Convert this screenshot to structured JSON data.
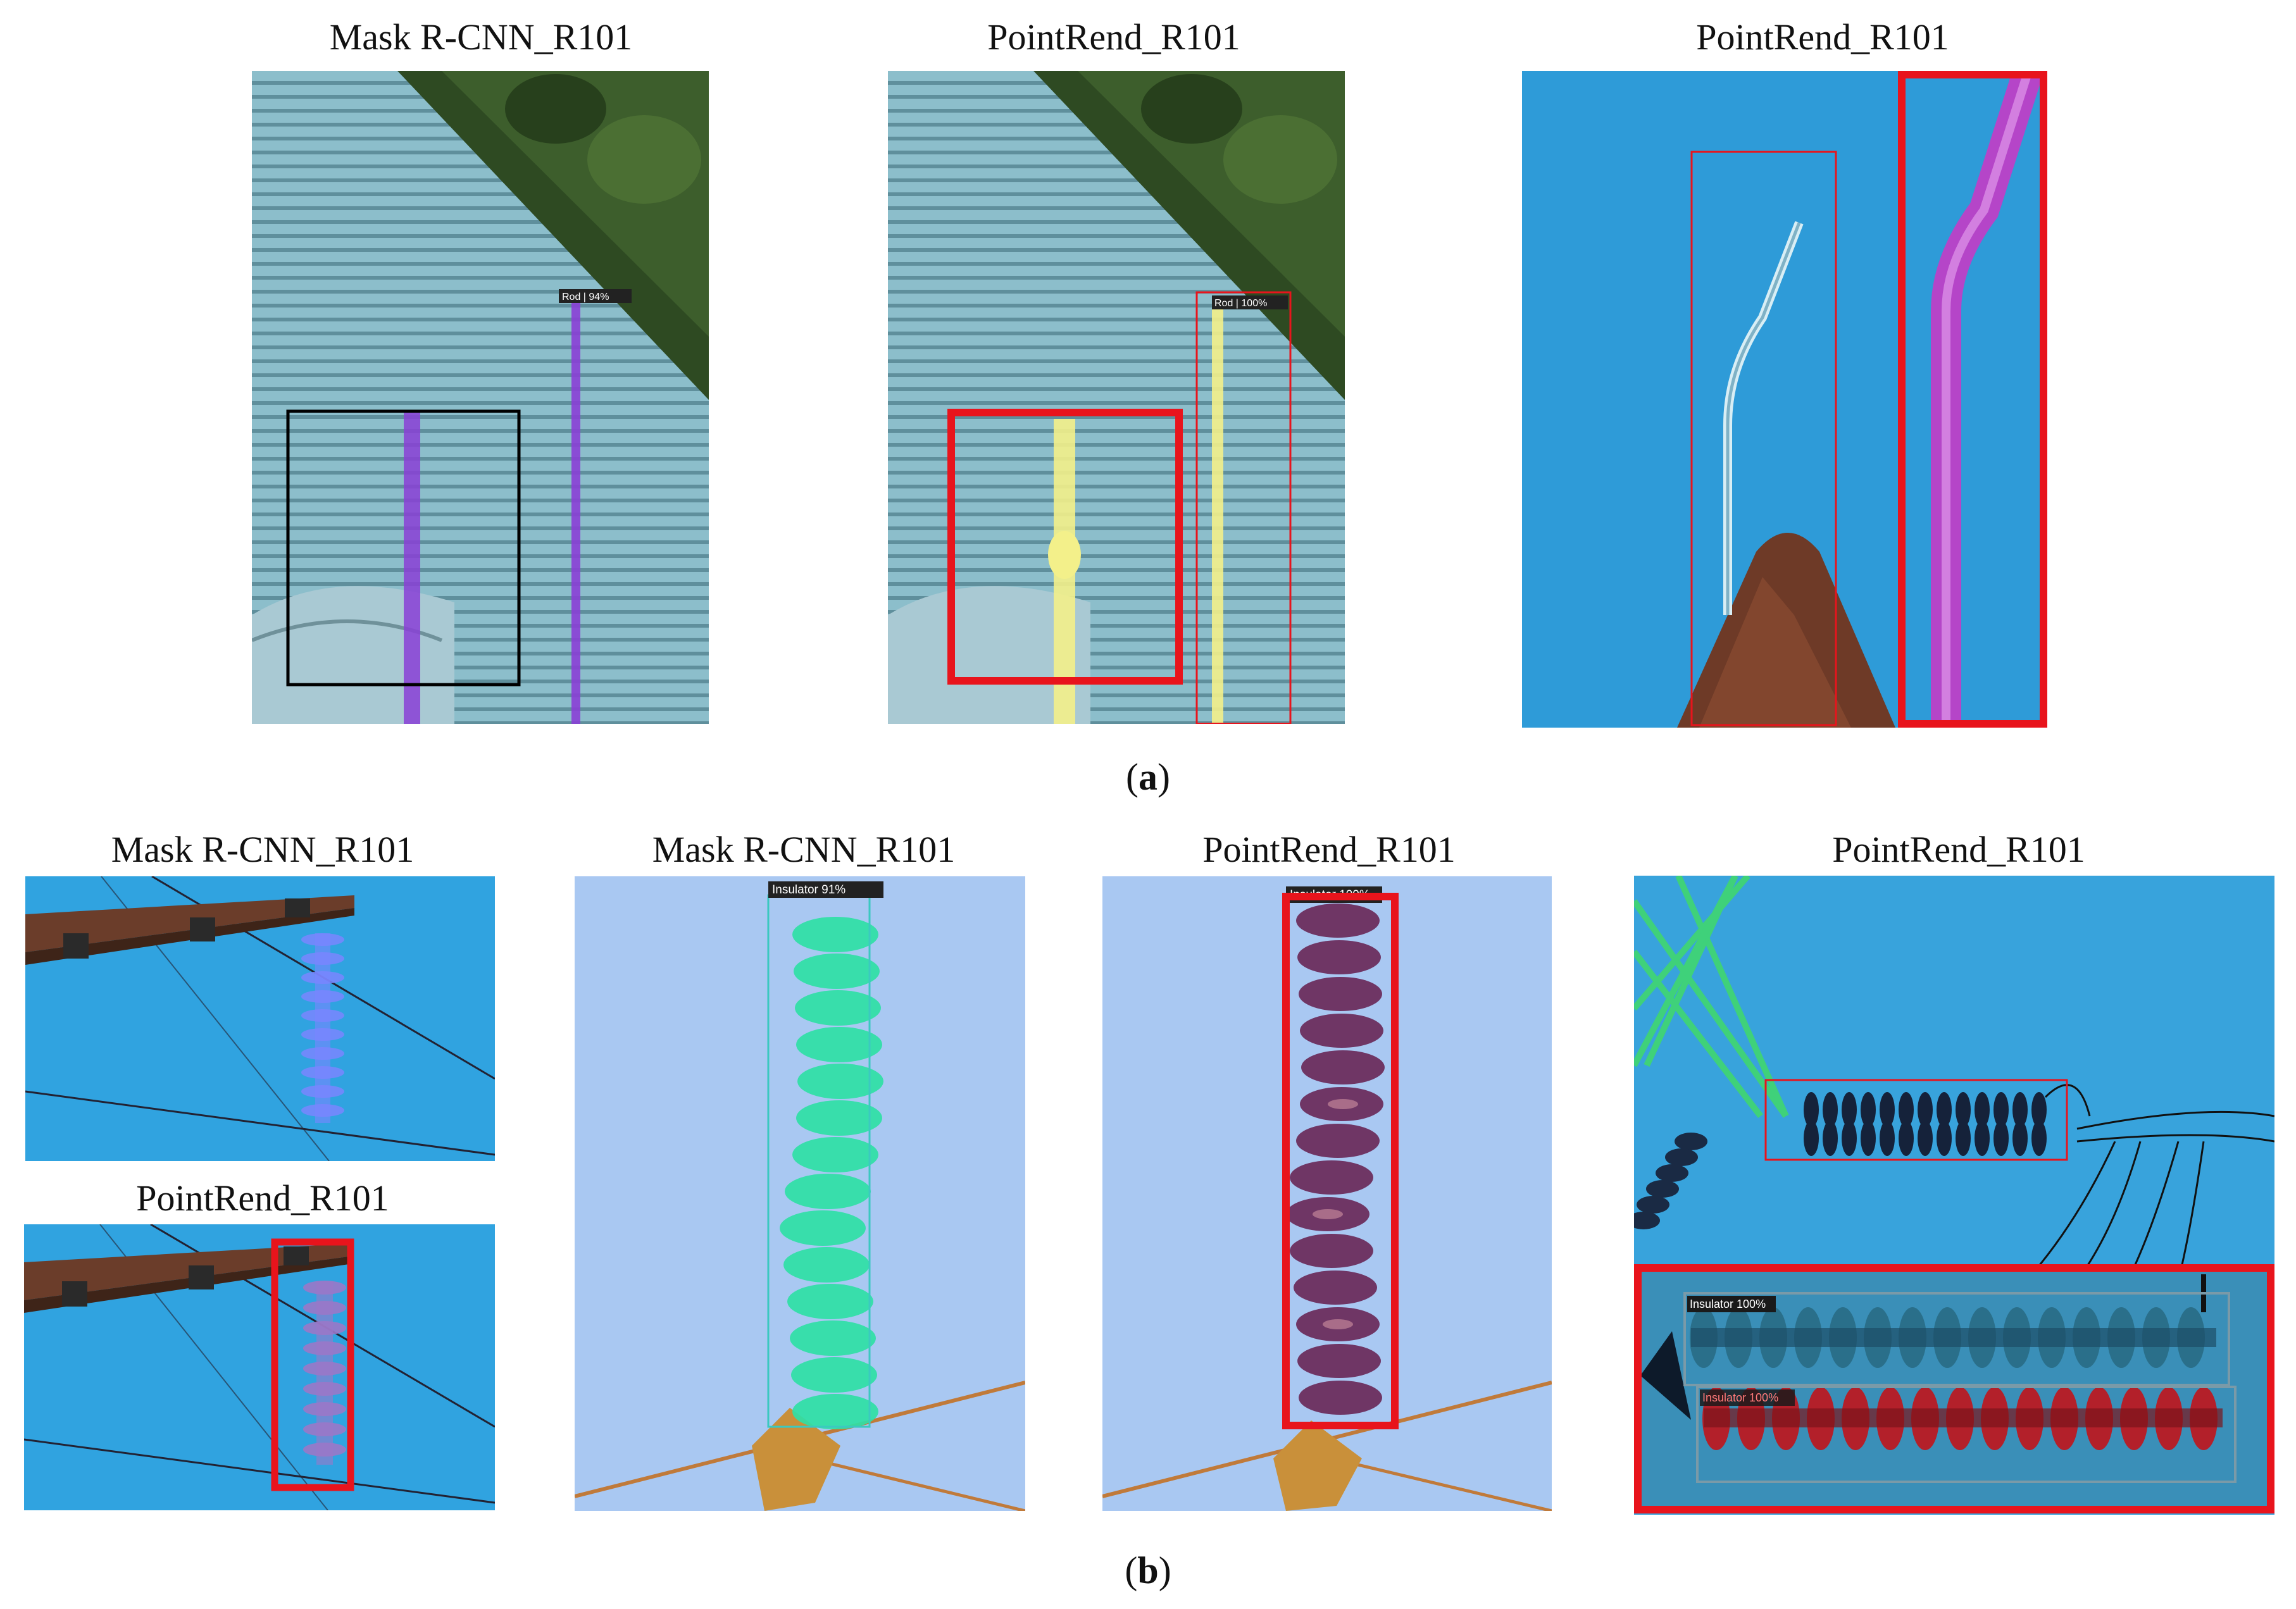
{
  "row_a": {
    "captions": [
      "Mask R-CNN_R101",
      "PointRend_R101",
      "PointRend_R101"
    ],
    "sublabel_open": "(",
    "sublabel_letter": "a",
    "sublabel_close": ")",
    "detections": [
      "Rod | 94%",
      "Rod | 100%"
    ]
  },
  "row_b": {
    "captions": [
      "Mask R-CNN_R101",
      "PointRend_R101",
      "Mask R-CNN_R101",
      "PointRend_R101",
      "PointRend_R101"
    ],
    "sublabel_open": "(",
    "sublabel_letter": "b",
    "sublabel_close": ")",
    "detections": [
      "Insulator 91%",
      "Insulator 100%",
      "Insulator 100%",
      "Insulator 100%"
    ]
  },
  "colors": {
    "highlight_box": "#e8141c",
    "sky": "#2e9bd8",
    "roof": "#8dbfca",
    "mask_purple": "#8a3fd6",
    "mask_yellow": "#f3f08a",
    "mask_teal": "#2fe0a6",
    "mask_maroon": "#6b2a5a",
    "mask_red": "#b3202a"
  }
}
